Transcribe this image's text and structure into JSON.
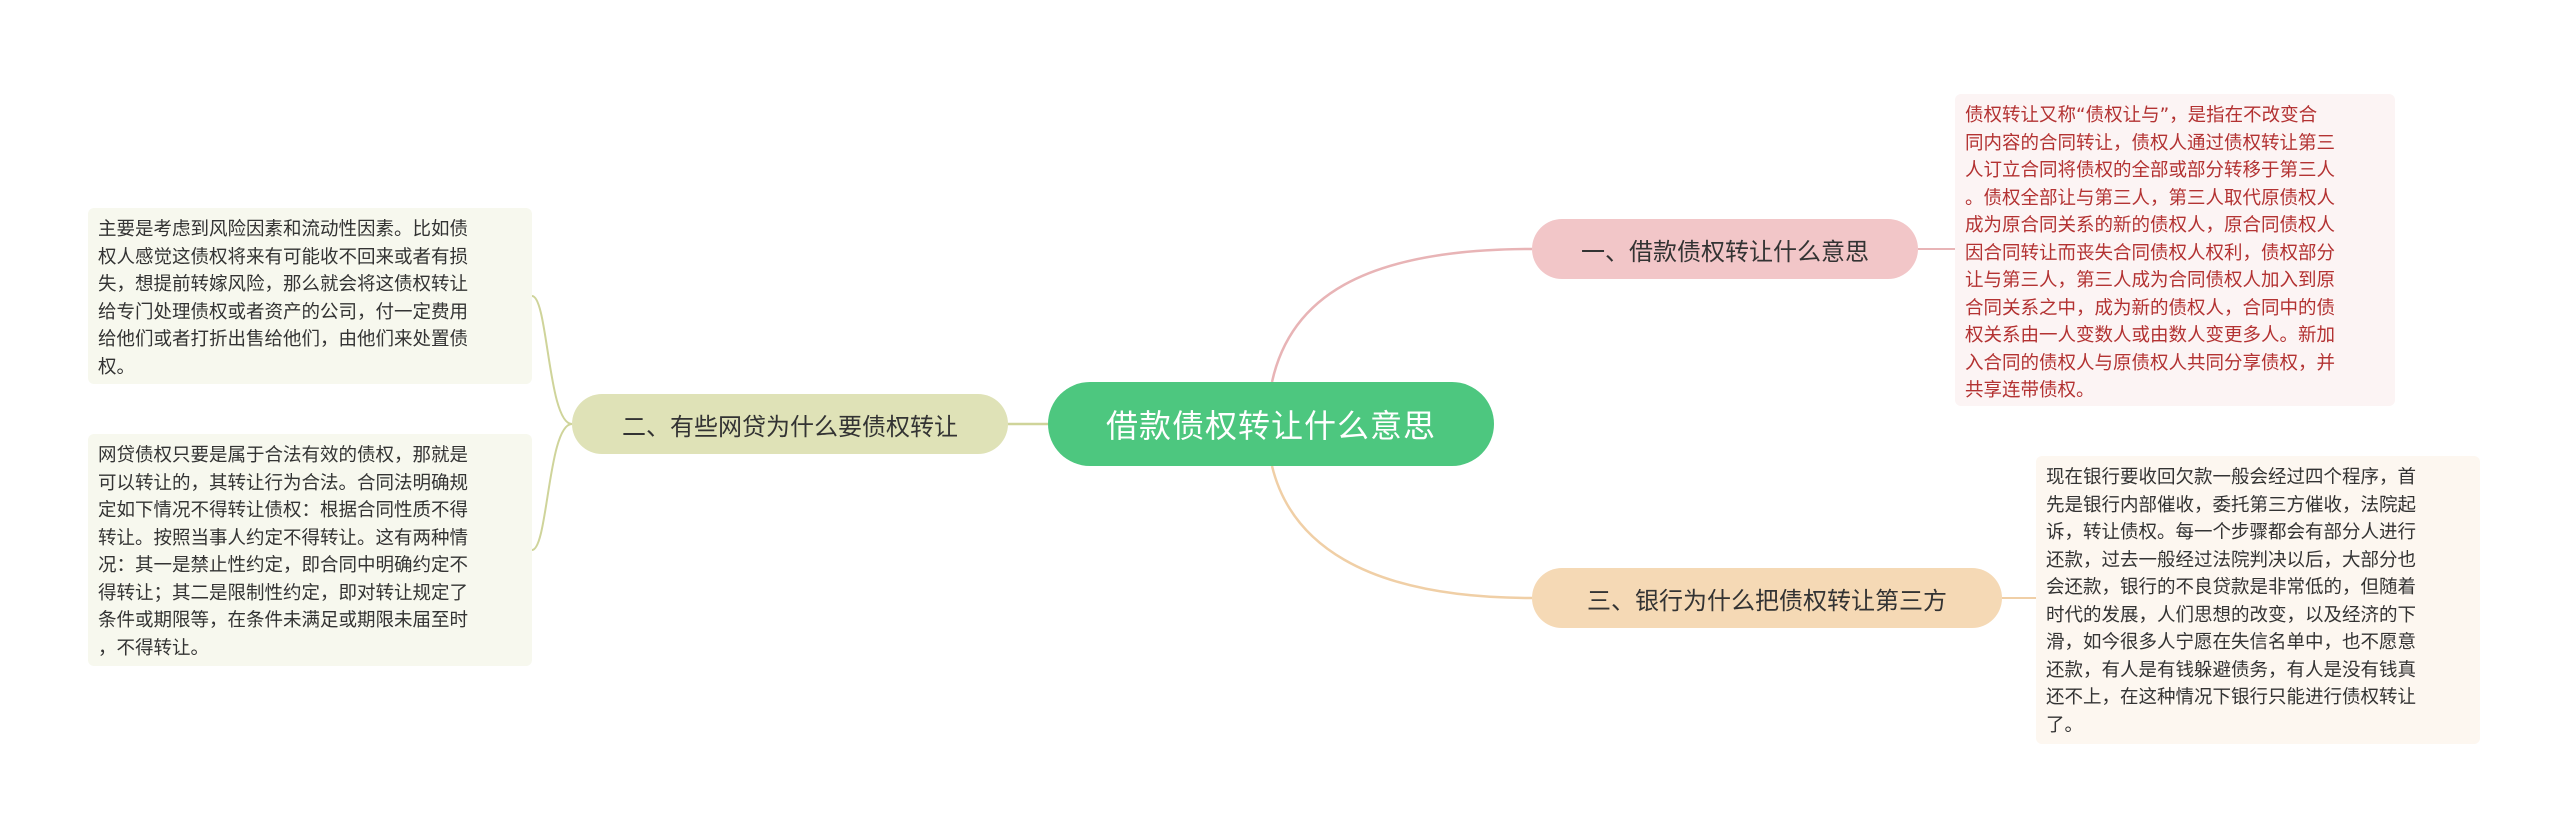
{
  "central": {
    "title": "借款债权转让什么意思",
    "color": "#4dc77f"
  },
  "branches": [
    {
      "label": "一、借款债权转让什么意思",
      "color": "#f2c6c8",
      "leaves": [
        "债权转让又称“债权让与”，是指在不改变合\n同内容的合同转让，债权人通过债权转让第三\n人订立合同将债权的全部或部分转移于第三人\n。债权全部让与第三人，第三人取代原债权人\n成为原合同关系的新的债权人，原合同债权人\n因合同转让而丧失合同债权人权利，债权部分\n让与第三人，第三人成为合同债权人加入到原\n合同关系之中，成为新的债权人，合同中的债\n权关系由一人变数人或由数人变更多人。新加\n入合同的债权人与原债权人共同分享债权，并\n共享连带债权。"
      ]
    },
    {
      "label": "二、有些网贷为什么要债权转让",
      "color": "#dfe2b7",
      "leaves": [
        "主要是考虑到风险因素和流动性因素。比如债\n权人感觉这债权将来有可能收不回来或者有损\n失，想提前转嫁风险，那么就会将这债权转让\n给专门处理债权或者资产的公司，付一定费用\n给他们或者打折出售给他们，由他们来处置债\n权。",
        "网贷债权只要是属于合法有效的债权，那就是\n可以转让的，其转让行为合法。合同法明确规\n定如下情况不得转让债权：根据合同性质不得\n转让。按照当事人约定不得转让。这有两种情\n况：其一是禁止性约定，即合同中明确约定不\n得转让；其二是限制性约定，即对转让规定了\n条件或期限等，在条件未满足或期限未届至时\n，不得转让。"
      ]
    },
    {
      "label": "三、银行为什么把债权转让第三方",
      "color": "#f5d9b5",
      "leaves": [
        "现在银行要收回欠款一般会经过四个程序，首\n先是银行内部催收，委托第三方催收，法院起\n诉，转让债权。每一个步骤都会有部分人进行\n还款，过去一般经过法院判决以后，大部分也\n会还款，银行的不良贷款是非常低的，但随着\n时代的发展，人们思想的改变，以及经济的下\n滑，如今很多人宁愿在失信名单中，也不愿意\n还款，有人是有钱躲避债务，有人是没有钱真\n还不上，在这种情况下银行只能进行债权转让\n了。"
      ]
    }
  ],
  "link_colors": {
    "branch1": "#e8b4b6",
    "branch2": "#cfd49a",
    "branch3": "#f0cfa6"
  }
}
